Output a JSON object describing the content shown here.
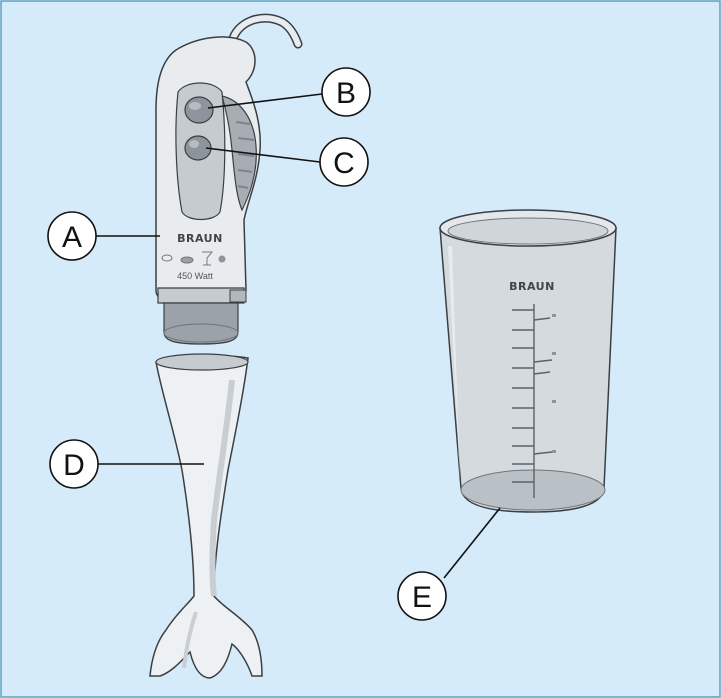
{
  "colors": {
    "background": "#d6ebf9",
    "frame": "#5a9fc9",
    "body_light": "#e9ecef",
    "body_mid": "#c6cbd0",
    "body_dark": "#8d949b",
    "outline": "#3a3f44",
    "beaker_fill": "#d5dade",
    "beaker_base": "#b9c0c6"
  },
  "device": {
    "brand": "BRAUN",
    "power": "450 Watt"
  },
  "beaker": {
    "brand": "BRAUN"
  },
  "callouts": [
    {
      "id": "A",
      "label": "A",
      "part": "motor-part"
    },
    {
      "id": "B",
      "label": "B",
      "part": "turbo-button"
    },
    {
      "id": "C",
      "label": "C",
      "part": "variable-speed-button"
    },
    {
      "id": "D",
      "label": "D",
      "part": "blender-shaft"
    },
    {
      "id": "E",
      "label": "E",
      "part": "beaker"
    }
  ]
}
